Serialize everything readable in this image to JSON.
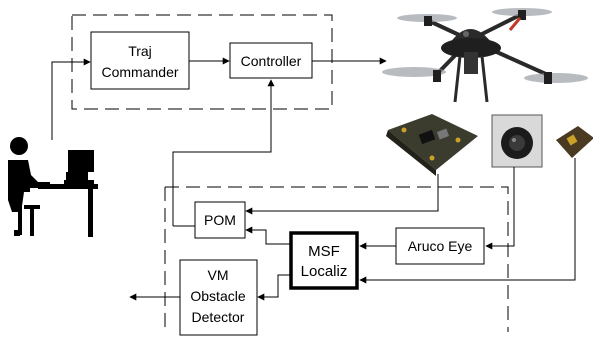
{
  "diagram": {
    "blocks": {
      "traj_commander": {
        "lines": [
          "Traj",
          "Commander"
        ]
      },
      "controller": {
        "lines": [
          "Controller"
        ]
      },
      "pom": {
        "lines": [
          "POM"
        ]
      },
      "msf_localiz": {
        "lines": [
          "MSF",
          "Localiz"
        ]
      },
      "aruco_eye": {
        "lines": [
          "Aruco Eye"
        ]
      },
      "vm_obstacle_detector": {
        "lines": [
          "VM",
          "Obstacle",
          "Detector"
        ]
      }
    },
    "pictures": {
      "operator": "person-at-computer-icon",
      "drone": "quadrotor-drone-icon",
      "autopilot_board": "autopilot-board-icon",
      "camera": "camera-icon",
      "sensor_board": "sensor-board-icon"
    },
    "colors": {
      "line": "#000000",
      "background": "#ffffff",
      "drone_body": "#2a2a2a",
      "drone_accent": "#c0392b",
      "board": "#3b3b2e"
    }
  }
}
